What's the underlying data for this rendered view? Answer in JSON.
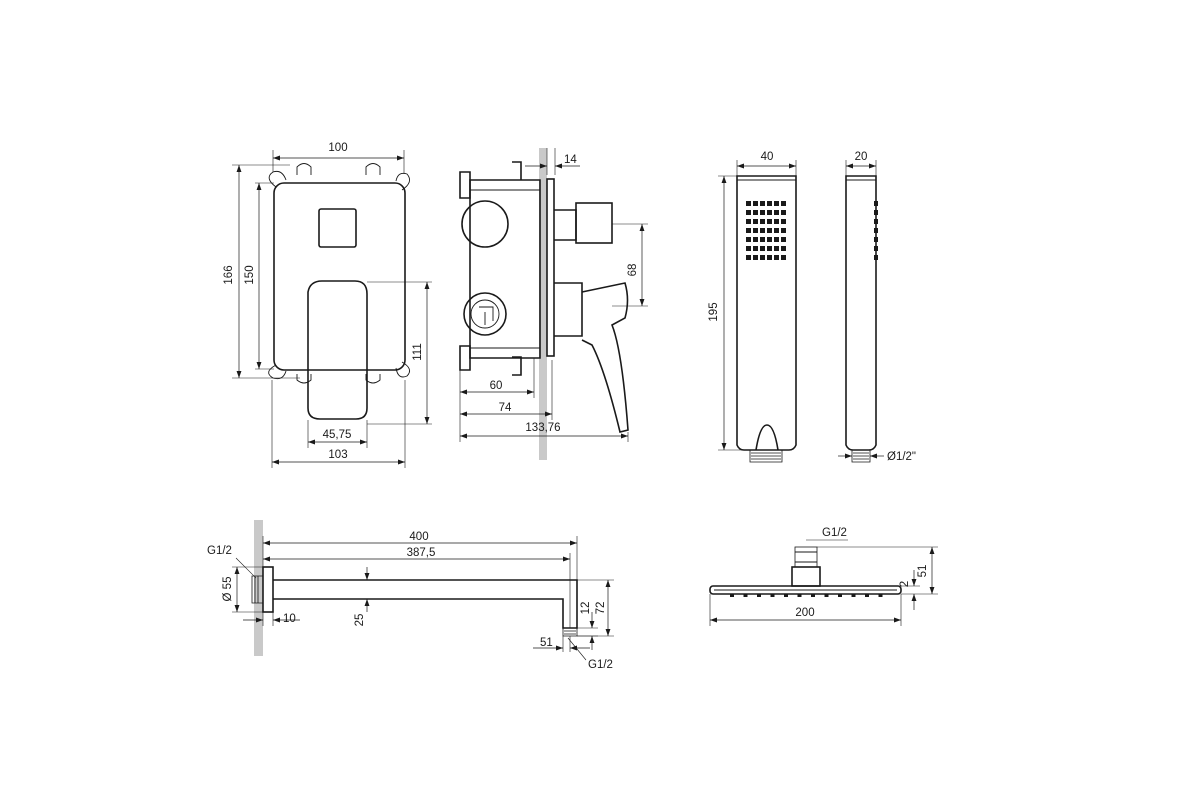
{
  "mixer": {
    "width_top": "100",
    "height_outer": "166",
    "height_inner": "150",
    "lever_width": "45,75",
    "width_bottom": "103",
    "lever_drop": "111",
    "plate_offset": "14",
    "outlet_offset": "68",
    "body_depth": "60",
    "body_depth_wall": "74",
    "total_depth": "133,76"
  },
  "hand_shower": {
    "width": "40",
    "depth": "20",
    "length": "195",
    "thread": "Ø1/2\""
  },
  "shower_arm": {
    "thread_wall": "G1/2",
    "flange_diameter": "Ø 55",
    "length_total": "400",
    "length_inner": "387,5",
    "flange_depth": "10",
    "tube_height": "25",
    "outlet_depth": "12",
    "outlet_height": "72",
    "outlet_offset": "51",
    "thread_outlet": "G1/2"
  },
  "head_shower": {
    "thread": "G1/2",
    "height": "51",
    "plate_thickness": "2",
    "width": "200"
  }
}
